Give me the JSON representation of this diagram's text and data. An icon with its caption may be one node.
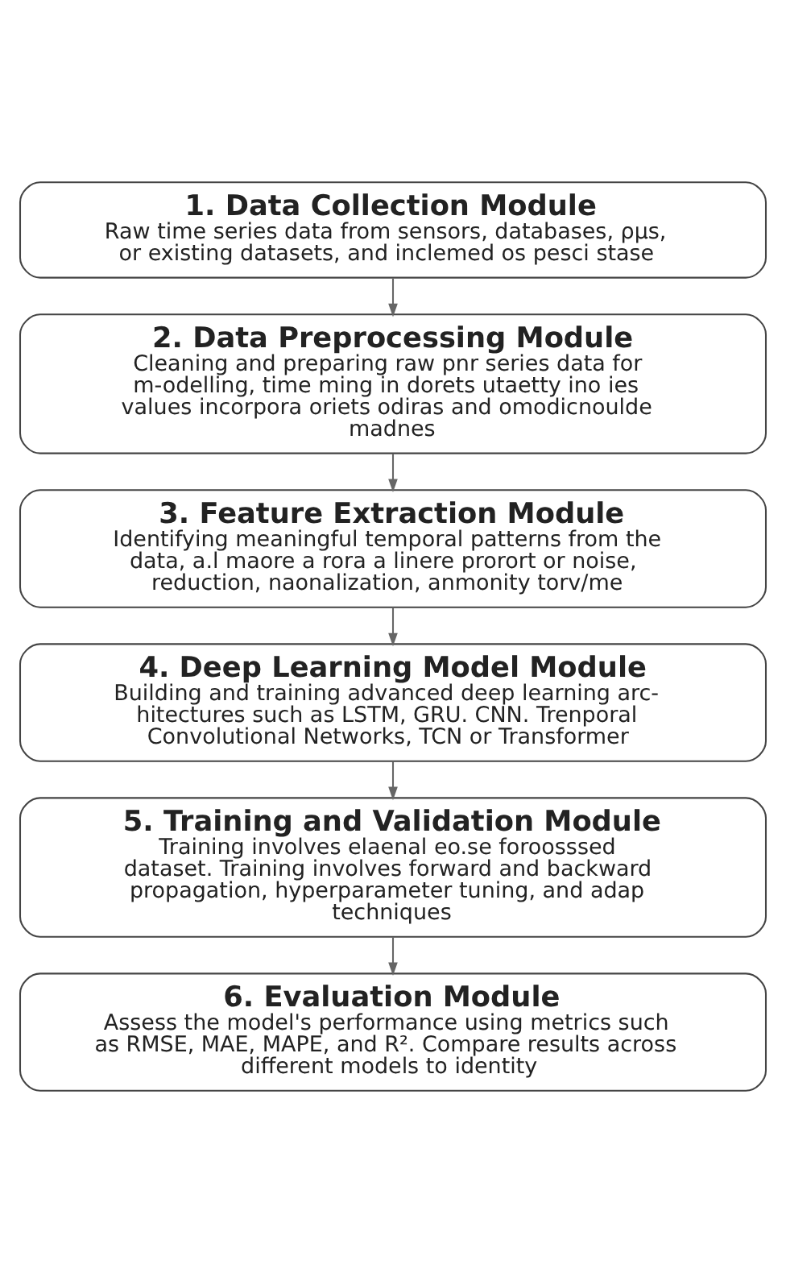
{
  "diagram": {
    "nodes": [
      {
        "text": [
          "1. Data Collection Module",
          "Raw time series data from sensors, databases, ρμs, or existing datasets, and inclemed os pesci stase"
        ]
      },
      {
        "text": [
          "2. Data Preprocessing Module",
          "Cleaning and preparing raw pnr series data for m-odelling, time ming in dorets utaetty ino ies values incorpora oriets odiras and omodicnoulde madnes"
        ]
      },
      {
        "text": [
          "3. Feature Extraction Module",
          "Identifying meaningful temporal patterns from the data, a.l maore a rora a linere prorort or noise, reduction, naonalization, anmonity torv/me"
        ]
      },
      {
        "text": [
          "4. Deep Learning Model Module",
          "Building and training advanced deep learning arc-hitectures such as LSTM, GRU. CNN. Trenporal Convolutional Networks, TCN or Transformer"
        ]
      },
      {
        "text": [
          "5. Training and Validation Module",
          "Training involves elaenal eo.se foroosssed dataset. Training involves forward and backward propagation, hyperparameter tuning, and adap techniques"
        ]
      },
      {
        "text": [
          "6. Evaluation Module",
          "Assess the model's performance using metrics such as RMSE, MAE, MAPE, and R². Compare results across different models to identity"
        ]
      }
    ],
    "edges": [
      {
        "from": 0,
        "to": 1,
        "arrow": "to"
      },
      {
        "from": 1,
        "to": 2,
        "arrow": "to"
      },
      {
        "from": 2,
        "to": 3,
        "arrow": "to"
      },
      {
        "from": 3,
        "to": 4,
        "arrow": "to"
      },
      {
        "from": 4,
        "to": 5,
        "arrow": "to"
      }
    ]
  }
}
